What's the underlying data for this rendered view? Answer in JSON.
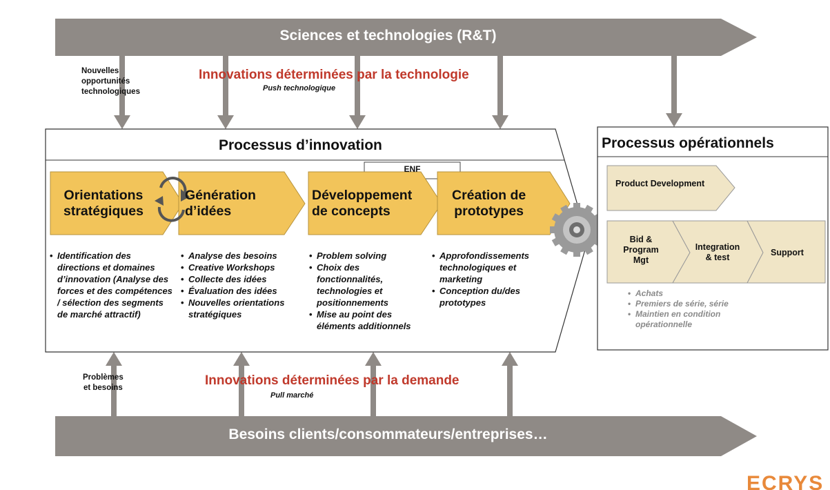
{
  "top_band": {
    "label": "Sciences et technologies (R&T)"
  },
  "bottom_band": {
    "label": "Besoins clients/consommateurs/entreprises…"
  },
  "tech_push": {
    "title": "Innovations déterminées par la technologie",
    "subtitle": "Push technologique",
    "side_note": "Nouvelles\nopportunités\ntechnologiques"
  },
  "demand_pull": {
    "title": "Innovations déterminées par la demande",
    "subtitle": "Pull marché",
    "side_note": "Problèmes\net besoins"
  },
  "innovation": {
    "title": "Processus d’innovation",
    "enf": "ENF",
    "stages": [
      {
        "label": "Orientations\nstratégiques",
        "bullets": [
          "Identification des directions et domaines d’innovation (Analyse des forces et des compétences / sélection des segments de marché attractif)"
        ]
      },
      {
        "label": "Génération\nd’idées",
        "bullets": [
          "Analyse des besoins",
          "Creative Workshops",
          "Collecte des idées",
          "Évaluation des idées",
          "Nouvelles orientations stratégiques"
        ]
      },
      {
        "label": "Développement\nde concepts",
        "bullets": [
          "Problem solving",
          "Choix des fonctionnalités, technologies et positionnements",
          "Mise au point des éléments additionnels"
        ]
      },
      {
        "label": "Création de\nprototypes",
        "bullets": [
          "Approfondissements technologiques et marketing",
          "Conception du/des prototypes"
        ]
      }
    ]
  },
  "operational": {
    "title": "Processus opérationnels",
    "product_development": "Product Development",
    "bid": "Bid &\nProgram\nMgt",
    "integration": "Integration\n& test",
    "support": "Support",
    "bullets": [
      "Achats",
      "Premiers de série, série",
      "Maintien en condition opérationnelle"
    ]
  },
  "logo": {
    "text": "ECRYS"
  },
  "colors": {
    "band": "#8f8a86",
    "stage_fill": "#f2c45a",
    "op_fill": "#f0e5c6",
    "red": "#c0392b"
  }
}
